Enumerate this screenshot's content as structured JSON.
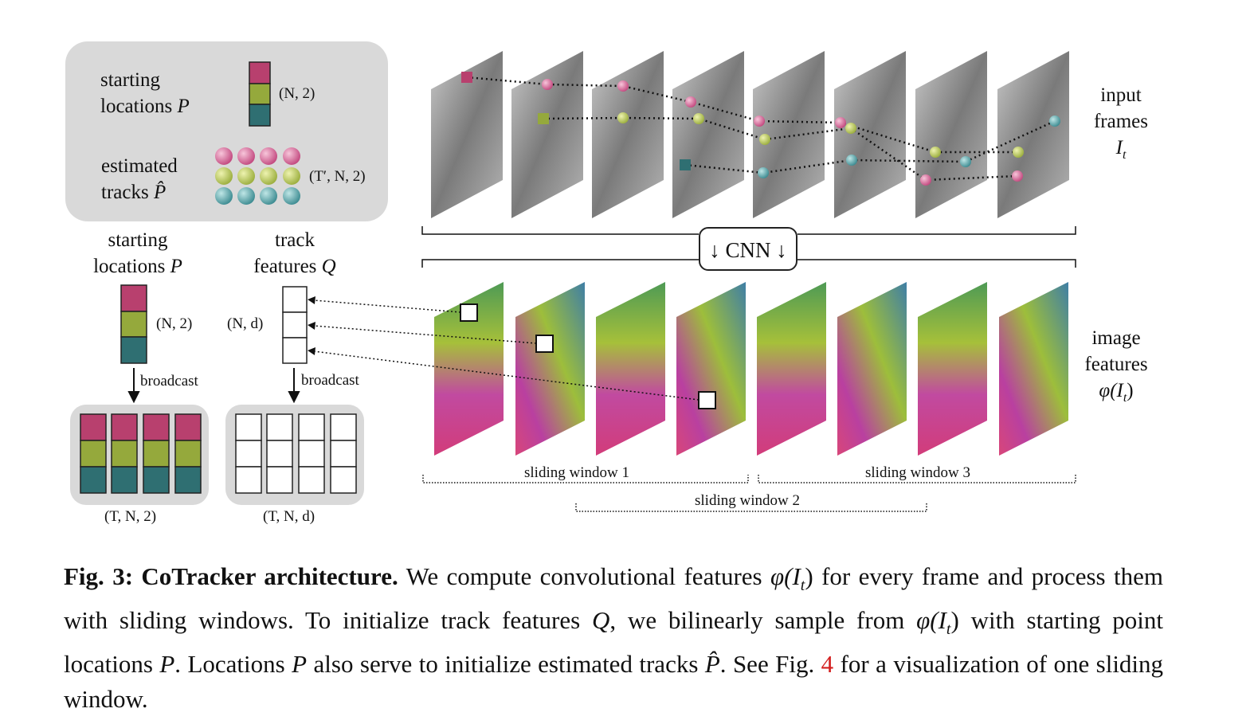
{
  "legend": {
    "starting_locations": "starting",
    "starting_locations_2": "locations",
    "starting_symbol": "P",
    "starting_shape": "(N, 2)",
    "estimated_tracks": "estimated",
    "estimated_tracks_2": "tracks",
    "estimated_symbol": "P̂",
    "estimated_shape": "(T′, N, 2)"
  },
  "left_panel": {
    "starting_label_1": "starting",
    "starting_label_2": "locations",
    "starting_symbol": "P",
    "track_label_1": "track",
    "track_label_2": "features",
    "track_symbol": "Q",
    "starting_shape": "(N, 2)",
    "track_shape": "(N, d)",
    "broadcast_1": "broadcast",
    "broadcast_2": "broadcast",
    "out_shape_1": "(T, N, 2)",
    "out_shape_2": "(T, N, d)"
  },
  "right_labels": {
    "input_1": "input",
    "input_2": "frames",
    "input_symbol": "I",
    "input_sub": "t",
    "features_1": "image",
    "features_2": "features",
    "features_symbol": "φ(I",
    "features_sub": "t",
    "features_close": ")"
  },
  "cnn": {
    "label": "CNN",
    "arrow": "↓"
  },
  "windows": {
    "w1": "sliding window 1",
    "w2": "sliding window 2",
    "w3": "sliding window 3"
  },
  "colors": {
    "magenta": "#b8406e",
    "olive": "#95a93c",
    "teal": "#2f6f72",
    "panel": "#d9d9d9"
  },
  "caption": {
    "fig_label": "Fig. 3:",
    "title": "CoTracker architecture.",
    "text_1": "We compute convolutional features",
    "math_1": "φ(I",
    "math_1_sub": "t",
    "math_1_close": ")",
    "text_2": "for every frame and process them with sliding windows. To initialize track features",
    "math_2": "Q",
    "text_3": ", we bilinearly sample from",
    "math_3": "φ(I",
    "math_3_sub": "t",
    "math_3_close": ")",
    "text_4": "with starting point locations",
    "math_4": "P",
    "text_5": ". Locations",
    "math_5": "P",
    "text_6": "also serve to initialize estimated tracks",
    "math_6": "P̂",
    "text_7": ". See Fig.",
    "ref": "4",
    "text_8": "for a visualization of one sliding window."
  }
}
